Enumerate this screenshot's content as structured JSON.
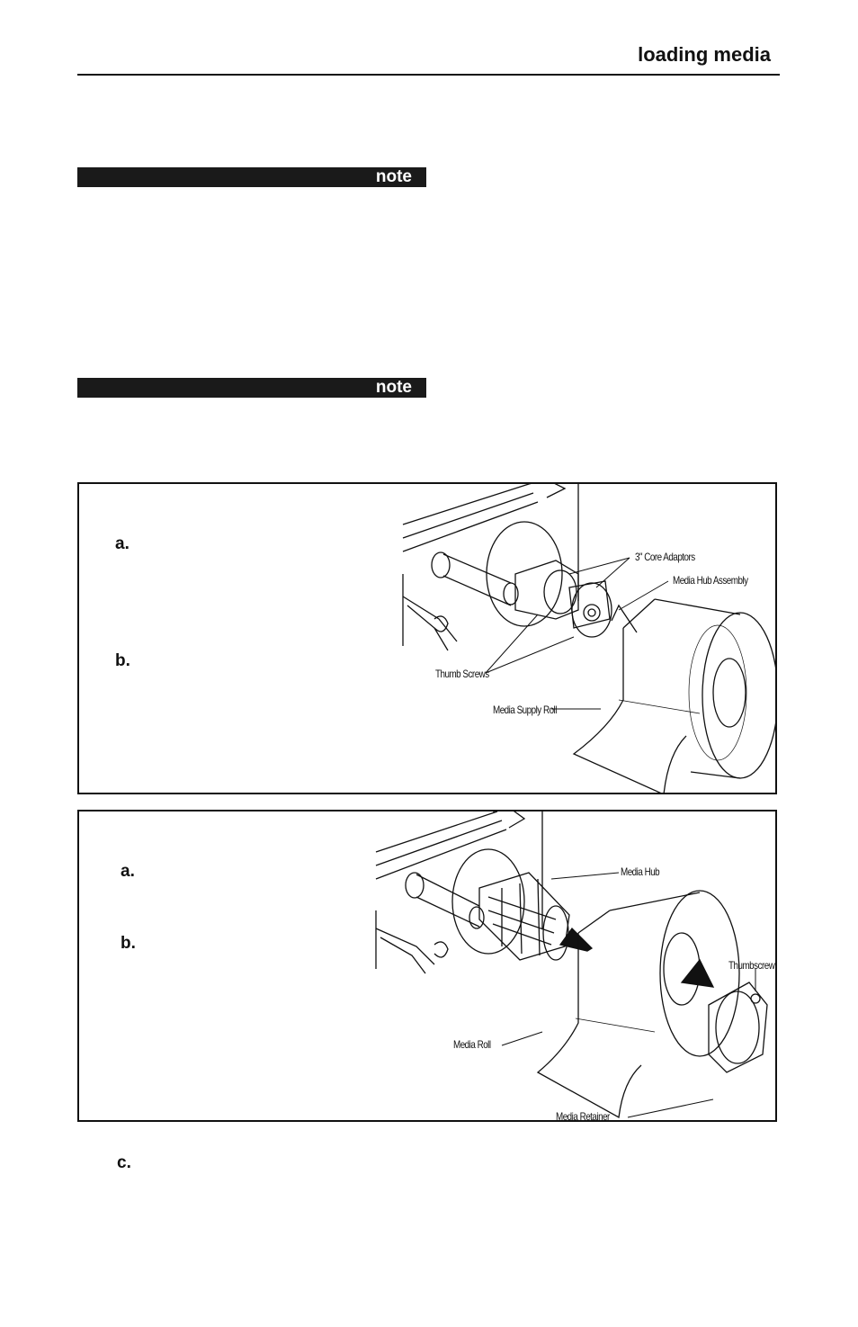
{
  "header": {
    "title": "loading media"
  },
  "notes": [
    {
      "label": "note"
    },
    {
      "label": "note"
    }
  ],
  "figure1": {
    "steps": [
      "a.",
      "b."
    ],
    "callouts": {
      "core_adaptors": "3\" Core Adaptors",
      "hub_assembly": "Media Hub Assembly",
      "thumb_screws": "Thumb Screws",
      "supply_roll": "Media Supply Roll"
    }
  },
  "figure2": {
    "steps": [
      "a.",
      "b."
    ],
    "callouts": {
      "media_hub": "Media Hub",
      "thumbscrew": "Thumbscrew",
      "media_roll": "Media Roll",
      "media_retainer": "Media Retainer"
    }
  },
  "after_figures": {
    "step": "c."
  }
}
